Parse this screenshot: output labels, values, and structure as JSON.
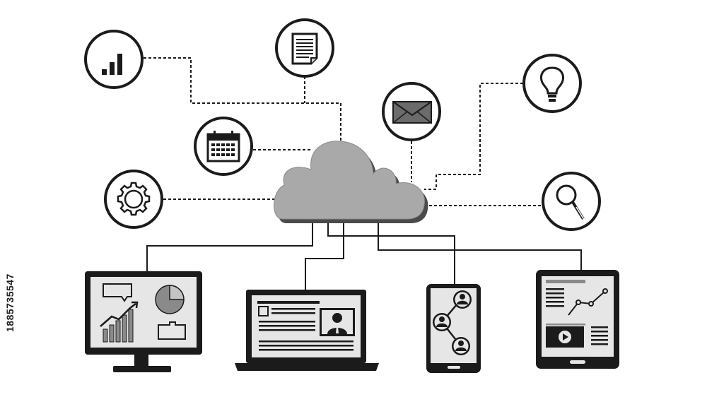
{
  "stock_id": "1885735547",
  "colors": {
    "ink": "#1b1b1b",
    "cloud_fill": "#a9a9a9",
    "cloud_shadow": "#4a4a4a",
    "screen_fill": "#e6e6e6",
    "accent_gray": "#8a8a8a",
    "background": "#ffffff"
  },
  "icons": [
    "bar-chart-icon",
    "document-icon",
    "envelope-icon",
    "lightbulb-icon",
    "calendar-icon",
    "gear-icon",
    "magnifier-icon"
  ],
  "devices": [
    "desktop-monitor",
    "laptop",
    "smartphone",
    "tablet"
  ]
}
